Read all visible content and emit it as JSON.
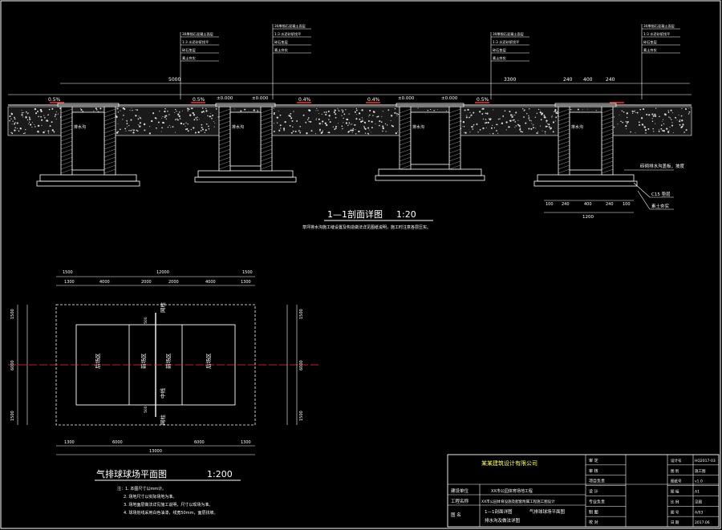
{
  "section": {
    "title": "1—1剖面详图",
    "scale": "1:20",
    "note": "草坪排水沟施工缝设置及构造做法详见图纸说明，施工时注意各层压实。",
    "dims_top": [
      "5000",
      "3300",
      "240",
      "400",
      "240"
    ],
    "slopes": [
      "0.5%",
      "0.5%",
      "0.4%",
      "0.4%",
      "0.5%"
    ],
    "elevations": [
      "±0.000",
      "±0.000",
      "±0.000",
      "±0.000"
    ],
    "drain_labels": [
      "排水沟",
      "排水沟",
      "排水沟",
      "排水沟"
    ],
    "bottom_dims": [
      "100",
      "240",
      "400",
      "240",
      "100"
    ],
    "bottom_total": "1200",
    "leader_notes": [
      "砖砌排水沟盖板，坡度",
      "C15 垫层",
      "素土夯实"
    ],
    "callout_lines": [
      "30厚细石混凝土面层",
      "1:3 水泥砂浆找平",
      "碎石垫层",
      "素土夯实"
    ]
  },
  "plan": {
    "title": "气排球球场平面图",
    "scale": "1:200",
    "top_dims_outer": [
      "1500",
      "12000",
      "1500"
    ],
    "top_dims_inner": [
      "1300",
      "4000",
      "2000",
      "2000",
      "4000",
      "1300"
    ],
    "bottom_dims": [
      "1300",
      "6000",
      "6000",
      "1300"
    ],
    "bottom_total": "13000",
    "left_dims": [
      "1500",
      "6000",
      "1500"
    ],
    "right_dims": [
      "1500",
      "6000",
      "1500"
    ],
    "zones": [
      "后场区",
      "前场区",
      "前场区",
      "后场区"
    ],
    "net_label": "网柱",
    "center_label": "中线",
    "dim_500": "500",
    "notes": [
      "注：1. 本图尺寸以mm计。",
      "2. 场地尺寸以实际场地为准。",
      "3. 场地面层做法详见施工说明，尺寸以现场为准。",
      "4. 球场划线采用白色油漆，线宽50mm，面层找坡。"
    ]
  },
  "title_block": {
    "company": "某某建筑设计有限公司",
    "project_label": "建设单位",
    "project_value": "XX市公园体育场地工程",
    "proj_name_label": "工程名称",
    "proj_name_value": "XX市公园体育设施及配套附属工程施工图设计",
    "drawing_label": "图 名",
    "drawing_value_1": "1—1剖面详图",
    "drawing_value_2": "气排球球场平面图",
    "drawing_value_3": "排水沟及做法详图",
    "rows_right": [
      {
        "label": "审 定",
        "value": ""
      },
      {
        "label": "审 核",
        "value": ""
      },
      {
        "label": "项目负责",
        "value": ""
      },
      {
        "label": "设 计",
        "value": ""
      },
      {
        "label": "专业负责",
        "value": ""
      },
      {
        "label": "制 图",
        "value": ""
      },
      {
        "label": "校 对",
        "value": ""
      }
    ],
    "far_right": [
      {
        "label": "设计号",
        "value": "HQ2017-03"
      },
      {
        "label": "图 别",
        "value": "施工图"
      },
      {
        "label": "图纸号",
        "value": "v1.0"
      },
      {
        "label": "图 幅",
        "value": "A1"
      },
      {
        "label": "比 例",
        "value": "见图"
      },
      {
        "label": "图 号",
        "value": "A/03"
      },
      {
        "label": "日 期",
        "value": "2017.06"
      }
    ]
  }
}
